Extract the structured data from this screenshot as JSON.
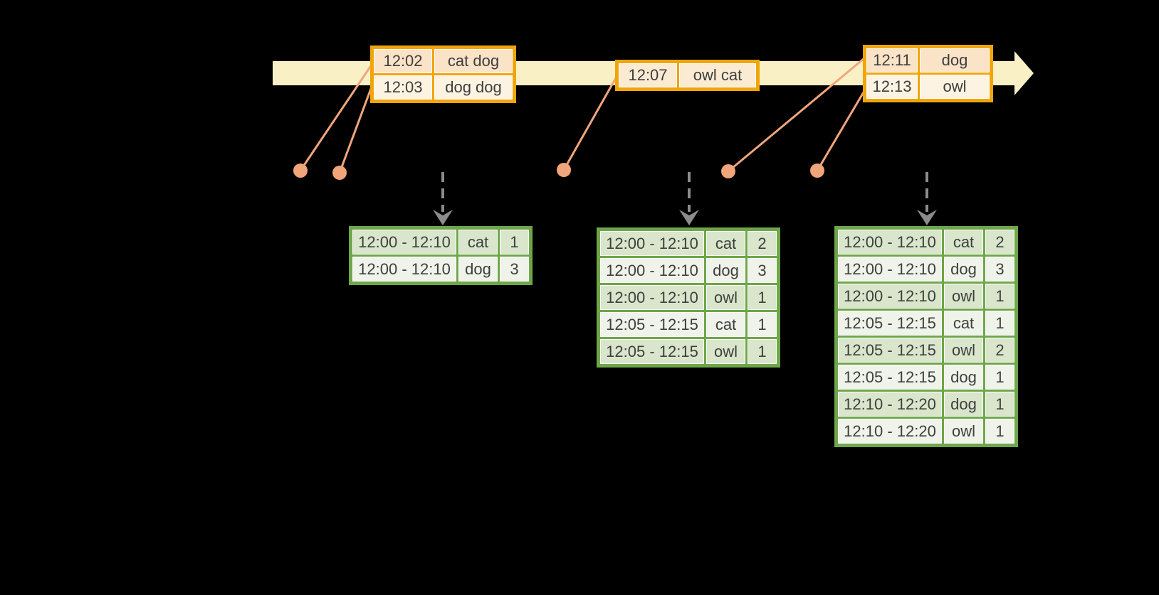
{
  "colors": {
    "background": "#000000",
    "timeline_band": "#FAF0C6",
    "event_table_border": "#F0A50A",
    "event_row_peach": "#FAE3C6",
    "event_row_cream": "#FCF3E2",
    "connector_and_dot": "#F1A57B",
    "result_table_border": "#6EA649",
    "result_row_dark": "#D9E6CC",
    "result_row_light": "#EFF3EA",
    "trigger_arrow": "#8C8C8C",
    "text": "#3E3E3E"
  },
  "event_tables": [
    {
      "rows": [
        {
          "time": "12:02",
          "words": "cat dog"
        },
        {
          "time": "12:03",
          "words": "dog dog"
        }
      ]
    },
    {
      "rows": [
        {
          "time": "12:07",
          "words": "owl cat"
        }
      ]
    },
    {
      "rows": [
        {
          "time": "12:11",
          "words": "dog"
        },
        {
          "time": "12:13",
          "words": "owl"
        }
      ]
    }
  ],
  "result_tables": [
    {
      "rows": [
        {
          "window": "12:00 - 12:10",
          "word": "cat",
          "count": "1"
        },
        {
          "window": "12:00 - 12:10",
          "word": "dog",
          "count": "3"
        }
      ]
    },
    {
      "rows": [
        {
          "window": "12:00 - 12:10",
          "word": "cat",
          "count": "2"
        },
        {
          "window": "12:00 - 12:10",
          "word": "dog",
          "count": "3"
        },
        {
          "window": "12:00 - 12:10",
          "word": "owl",
          "count": "1"
        },
        {
          "window": "12:05 - 12:15",
          "word": "cat",
          "count": "1"
        },
        {
          "window": "12:05 - 12:15",
          "word": "owl",
          "count": "1"
        }
      ]
    },
    {
      "rows": [
        {
          "window": "12:00 - 12:10",
          "word": "cat",
          "count": "2"
        },
        {
          "window": "12:00 - 12:10",
          "word": "dog",
          "count": "3"
        },
        {
          "window": "12:00 - 12:10",
          "word": "owl",
          "count": "1"
        },
        {
          "window": "12:05 - 12:15",
          "word": "cat",
          "count": "1"
        },
        {
          "window": "12:05 - 12:15",
          "word": "owl",
          "count": "2"
        },
        {
          "window": "12:05 - 12:15",
          "word": "dog",
          "count": "1"
        },
        {
          "window": "12:10 - 12:20",
          "word": "dog",
          "count": "1"
        },
        {
          "window": "12:10 - 12:20",
          "word": "owl",
          "count": "1"
        }
      ]
    }
  ]
}
